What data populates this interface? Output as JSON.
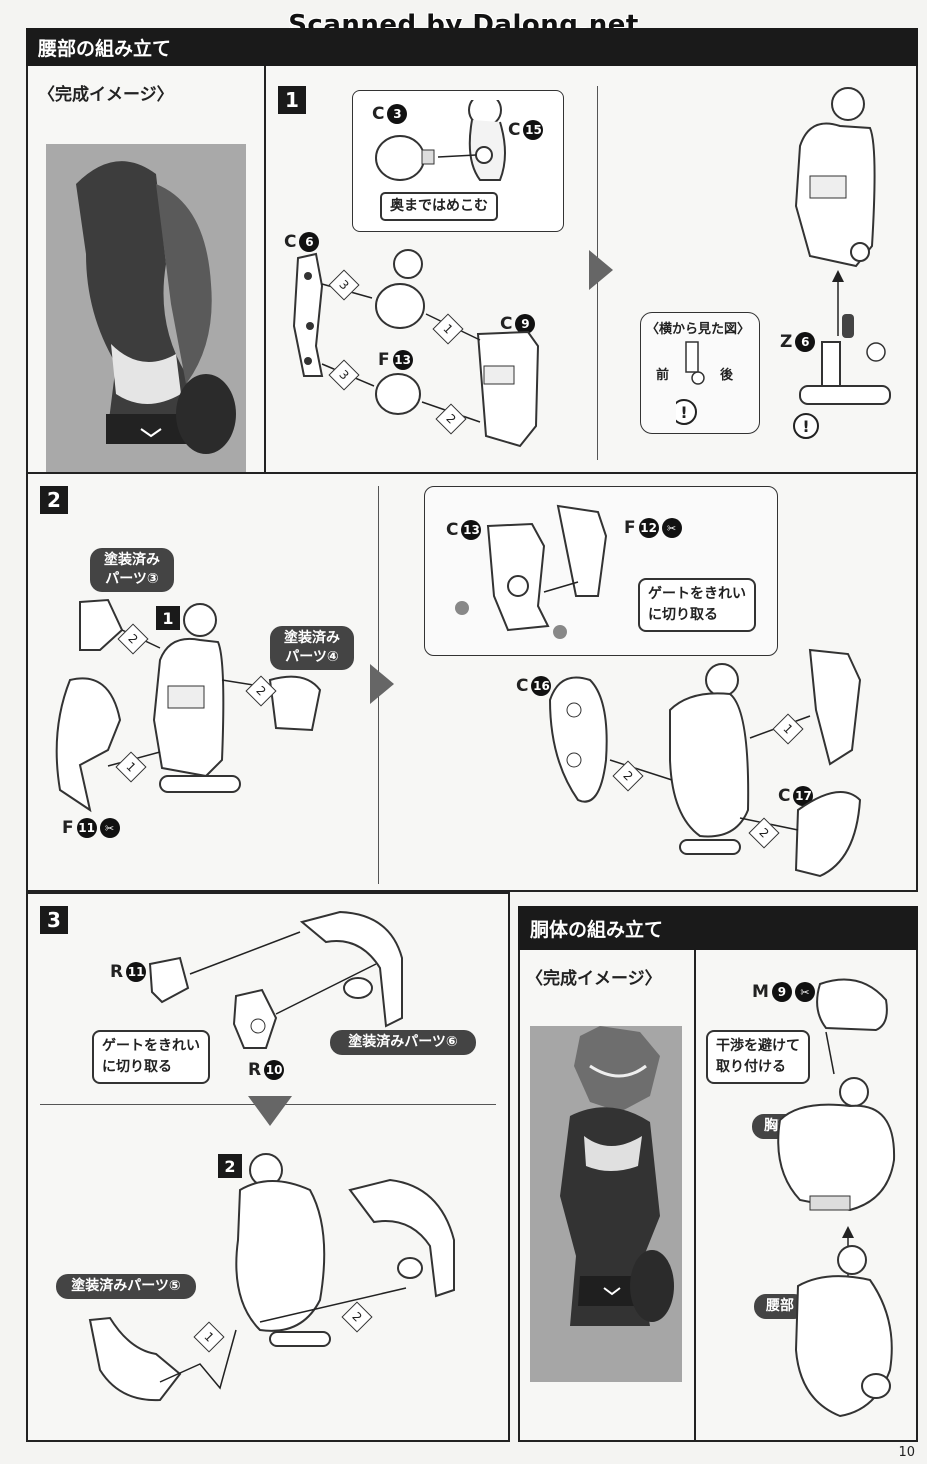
{
  "watermark": "Scanned by Dalong.net",
  "page_number": "10",
  "waist_section": {
    "title": "腰部の組み立て",
    "complete_image_label": "〈完成イメージ〉"
  },
  "step1": {
    "number": "1",
    "parts": {
      "c3_letter": "C",
      "c3_num": "3",
      "c15_letter": "C",
      "c15_num": "15",
      "c6_letter": "C",
      "c6_num": "6",
      "c9_letter": "C",
      "c9_num": "9",
      "f13_letter": "F",
      "f13_num": "13",
      "z6_letter": "Z",
      "z6_num": "6"
    },
    "push_bubble": "奥まではめこむ",
    "side_view": {
      "title": "〈横から見た図〉",
      "front": "前",
      "back": "後"
    },
    "order": [
      "1",
      "2",
      "3",
      "3"
    ]
  },
  "step2": {
    "number": "2",
    "sub_number": "1",
    "painted3": "塗装済み\nパーツ③",
    "painted4": "塗装済み\nパーツ④",
    "f11_letter": "F",
    "f11_num": "11",
    "c13_letter": "C",
    "c13_num": "13",
    "f12_letter": "F",
    "f12_num": "12",
    "c16_letter": "C",
    "c16_num": "16",
    "c17_letter": "C",
    "c17_num": "17",
    "gate_bubble": "ゲートをきれい\nに切り取る",
    "order": [
      "1",
      "2",
      "2",
      "1",
      "2",
      "2"
    ]
  },
  "step3": {
    "number": "3",
    "sub_number": "2",
    "r11_letter": "R",
    "r11_num": "11",
    "r10_letter": "R",
    "r10_num": "10",
    "gate_bubble": "ゲートをきれい\nに切り取る",
    "painted6": "塗装済みパーツ⑥",
    "painted5": "塗装済みパーツ⑤",
    "order": [
      "1",
      "2"
    ]
  },
  "torso_section": {
    "title": "胴体の組み立て",
    "complete_image_label": "〈完成イメージ〉",
    "m9_letter": "M",
    "m9_num": "9",
    "avoid_bubble": "干渉を避けて\n取り付ける",
    "chest_label": "胸部",
    "waist_label": "腰部"
  },
  "colors": {
    "header_bg": "#1a1a1a",
    "ink": "#222222",
    "paper": "#f4f4f2"
  }
}
